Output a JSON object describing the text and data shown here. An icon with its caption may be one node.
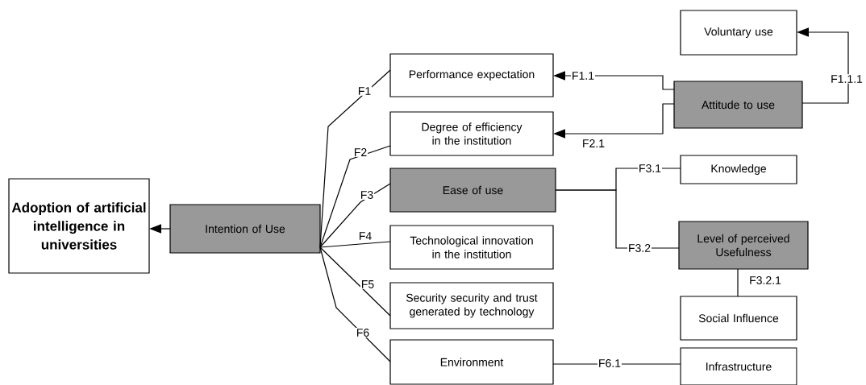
{
  "diagram": {
    "nodes": [
      {
        "text": [
          "Adoption of artificial intelligence in universities"
        ]
      },
      {
        "text": [
          "Intention of Use"
        ]
      },
      {
        "text": [
          "Performance expectation"
        ]
      },
      {
        "text": [
          "Degree of efficiency in the institution"
        ]
      },
      {
        "text": [
          "Ease of use"
        ]
      },
      {
        "text": [
          "Technological innovation in the institution"
        ]
      },
      {
        "text": [
          "Security security and trust generated by technology"
        ]
      },
      {
        "text": [
          "Environment"
        ]
      },
      {
        "text": [
          "Voluntary use"
        ]
      },
      {
        "text": [
          "Attitude to use"
        ]
      },
      {
        "text": [
          "Knowledge"
        ]
      },
      {
        "text": [
          "Level of perceived Usefulness"
        ]
      },
      {
        "text": [
          "Social Influence"
        ]
      },
      {
        "text": [
          "Infrastructure"
        ]
      }
    ],
    "edges": [
      {
        "from": 1,
        "to": 0,
        "arrow": "to"
      },
      {
        "from": 1,
        "to": 2,
        "arrow": "none",
        "label": "F1"
      },
      {
        "from": 1,
        "to": 3,
        "arrow": "none",
        "label": "F2"
      },
      {
        "from": 1,
        "to": 4,
        "arrow": "none",
        "label": "F3"
      },
      {
        "from": 1,
        "to": 5,
        "arrow": "none",
        "label": "F4"
      },
      {
        "from": 1,
        "to": 6,
        "arrow": "none",
        "label": "F5"
      },
      {
        "from": 1,
        "to": 7,
        "arrow": "none",
        "label": "F6"
      },
      {
        "from": 9,
        "to": 2,
        "arrow": "to",
        "label": "F1.1"
      },
      {
        "from": 9,
        "to": 3,
        "arrow": "to",
        "label": "F2.1"
      },
      {
        "from": 9,
        "to": 8,
        "arrow": "to",
        "label": "F1.1.1"
      },
      {
        "from": 4,
        "to": 10,
        "arrow": "none",
        "label": "F3.1"
      },
      {
        "from": 4,
        "to": 11,
        "arrow": "none",
        "label": "F3.2"
      },
      {
        "from": 11,
        "to": 12,
        "arrow": "none",
        "label": "F3.2.1"
      },
      {
        "from": 7,
        "to": 13,
        "arrow": "none",
        "label": "F6.1"
      }
    ]
  }
}
